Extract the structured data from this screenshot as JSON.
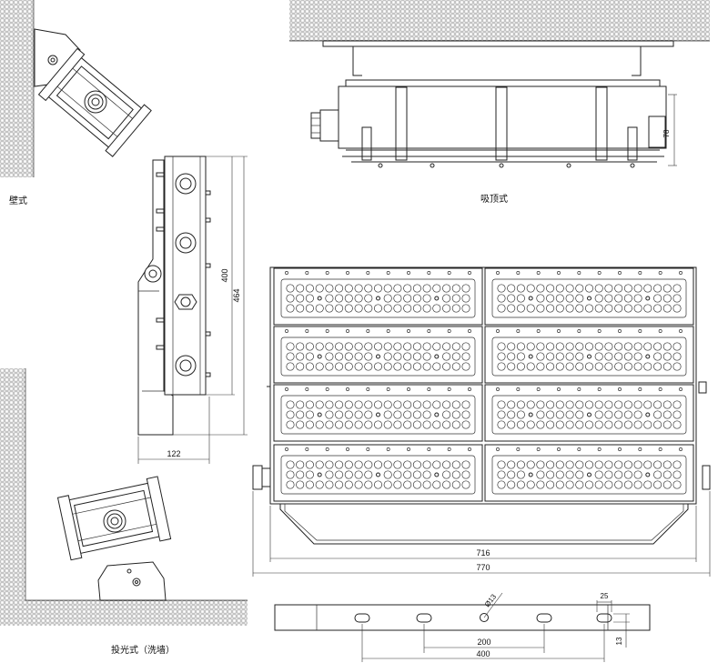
{
  "labels": {
    "wall": "壁式",
    "ceiling": "吸顶式",
    "flood": "投光式（洗墙）"
  },
  "dimensions": {
    "side_total_height": "464",
    "side_inner_height": "400",
    "side_depth": "122",
    "top_height": "78",
    "front_inner_width": "716",
    "front_total_width": "770",
    "bracket_hole_dia": "Ø13",
    "bracket_slot_width": "25",
    "bracket_slot_height": "13",
    "bracket_inner_spacing": "200",
    "bracket_outer_spacing": "400"
  },
  "colors": {
    "line": "#222222",
    "grid": "#8a8a8a"
  }
}
